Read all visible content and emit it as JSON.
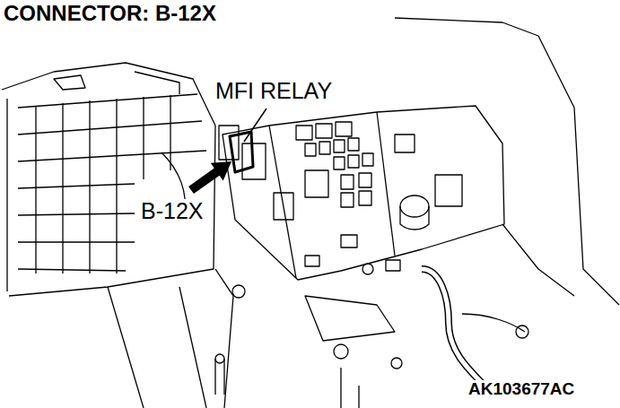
{
  "diagram": {
    "title": "CONNECTOR: B-12X",
    "labels": [
      "MFI RELAY",
      "B-12X",
      "AK103677AC"
    ]
  }
}
